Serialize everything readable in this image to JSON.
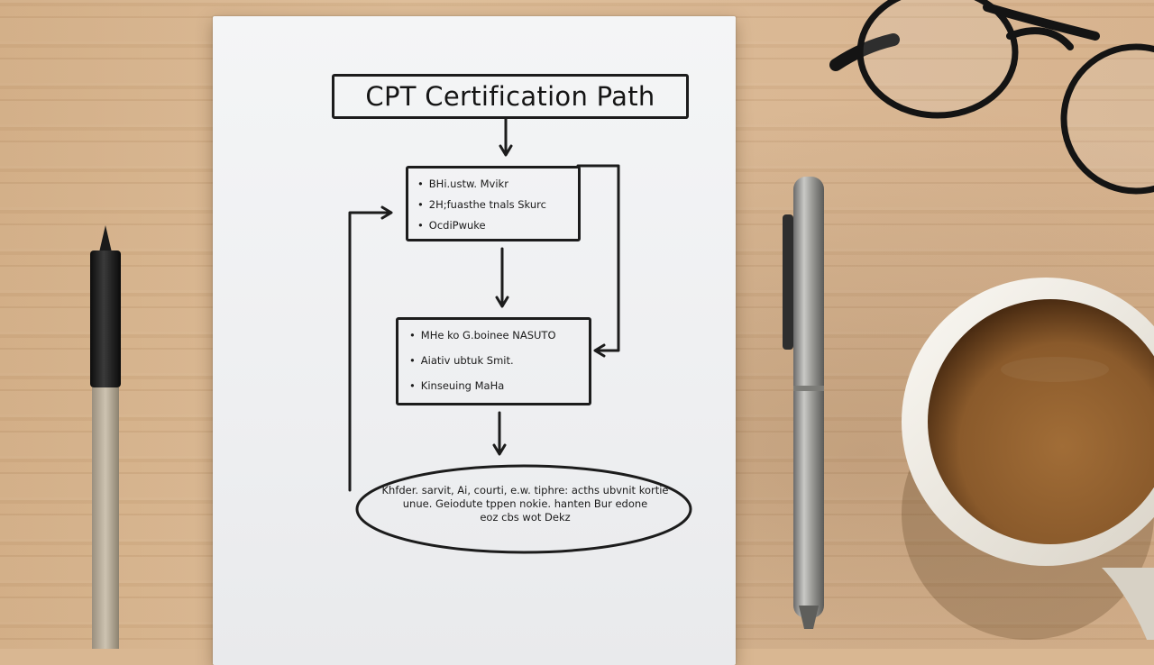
{
  "scene": {
    "surface": "light wooden desk",
    "objects": [
      "paper-sheet",
      "pencil",
      "pen",
      "eyeglasses",
      "coffee-mug"
    ]
  },
  "flowchart": {
    "title": "CPT Certification Path",
    "step1_items": [
      "BHi.ustw. Mvikr",
      "2H;fuasthe tnals Skurc",
      "OcdiPwuke"
    ],
    "step2_items": [
      "MHe ko G.boinee NASUTO",
      "Aiativ ubtuk Smit.",
      "Kinseuing MaHa"
    ],
    "final_lines": [
      "Khfder. sarvit, Ai, courti, e.w. tiphre: acths ubvnit kortie",
      "unue. Geiodute tppen nokie. hanten Bur edone",
      "eoz cbs wot Dekz"
    ]
  },
  "colors": {
    "desk": "#d9b792",
    "paper": "#f1f2f3",
    "ink": "#1c1c1c",
    "coffee": "#8a5a2b",
    "mug": "#f4f1ea"
  }
}
